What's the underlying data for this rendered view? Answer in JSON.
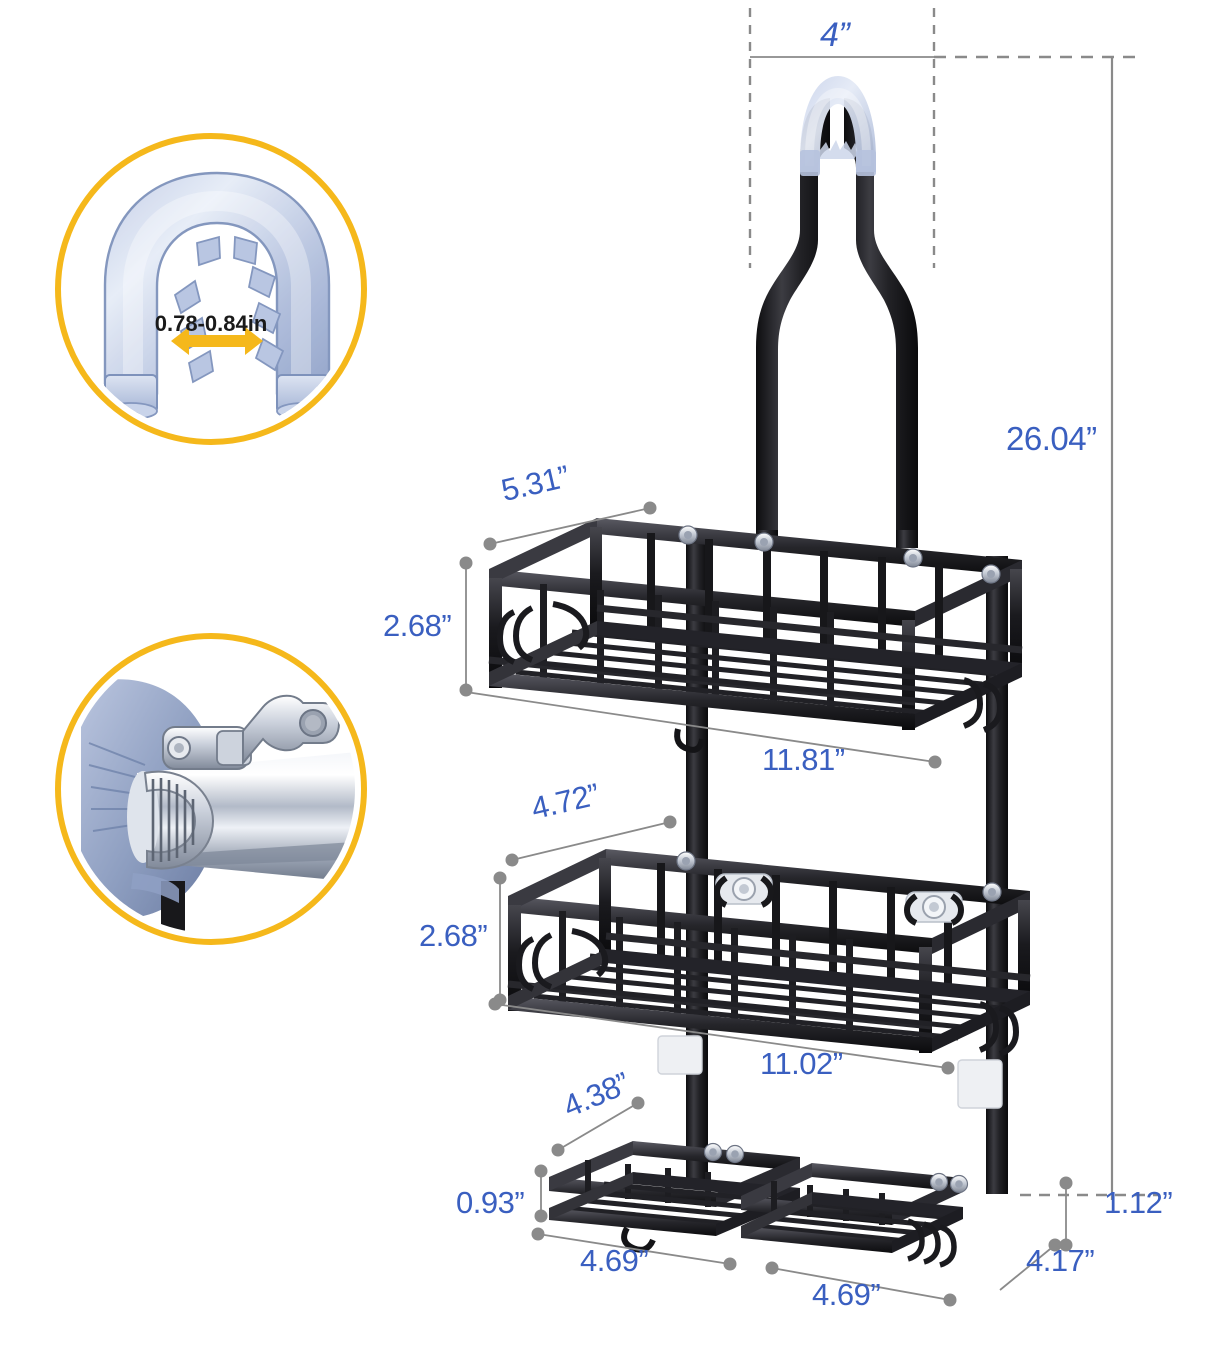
{
  "page": {
    "title": "Shower Caddy Dimension Diagram",
    "background_color": "#ffffff",
    "dimension_text_color": "#3a5fc0",
    "leader_line_color": "#8a8a8a",
    "callout_ring_color": "#f5b81b",
    "arrow_color": "#f5b81b",
    "metal_color": "#1b1b1d"
  },
  "dimensions": {
    "hook_width": "4”",
    "total_height": "26.04”",
    "top_shelf_depth": "5.31”",
    "top_shelf_height": "2.68”",
    "top_shelf_width": "11.81”",
    "middle_shelf_depth": "4.72”",
    "middle_shelf_height": "2.68”",
    "middle_shelf_width": "11.02”",
    "bottom_tray_depth": "4.38”",
    "bottom_tray_height": "0.93”",
    "bottom_tray_left_width": "4.69”",
    "bottom_tray_right_width": "4.69”",
    "bottom_right_depth": "4.17”",
    "bottom_right_height": "1.12”"
  },
  "callouts": [
    {
      "id": "hook-detail",
      "name": "hook-opening-detail",
      "label": "0.78-0.84in",
      "description": "transparent silicone hook opening width"
    },
    {
      "id": "clamp-detail",
      "name": "hose-clamp-detail",
      "label": "",
      "description": "stainless hose clamp on chrome shower arm"
    }
  ],
  "product": {
    "name": "hanging-shower-caddy",
    "shelves": [
      {
        "name": "top-basket",
        "label": "Top wire basket"
      },
      {
        "name": "middle-basket",
        "label": "Middle wire basket"
      },
      {
        "name": "bottom-soap-tray-left",
        "label": "Left soap tray"
      },
      {
        "name": "bottom-soap-tray-right",
        "label": "Right soap tray"
      }
    ],
    "hooks": {
      "count": 2,
      "label": "suction hooks"
    }
  }
}
